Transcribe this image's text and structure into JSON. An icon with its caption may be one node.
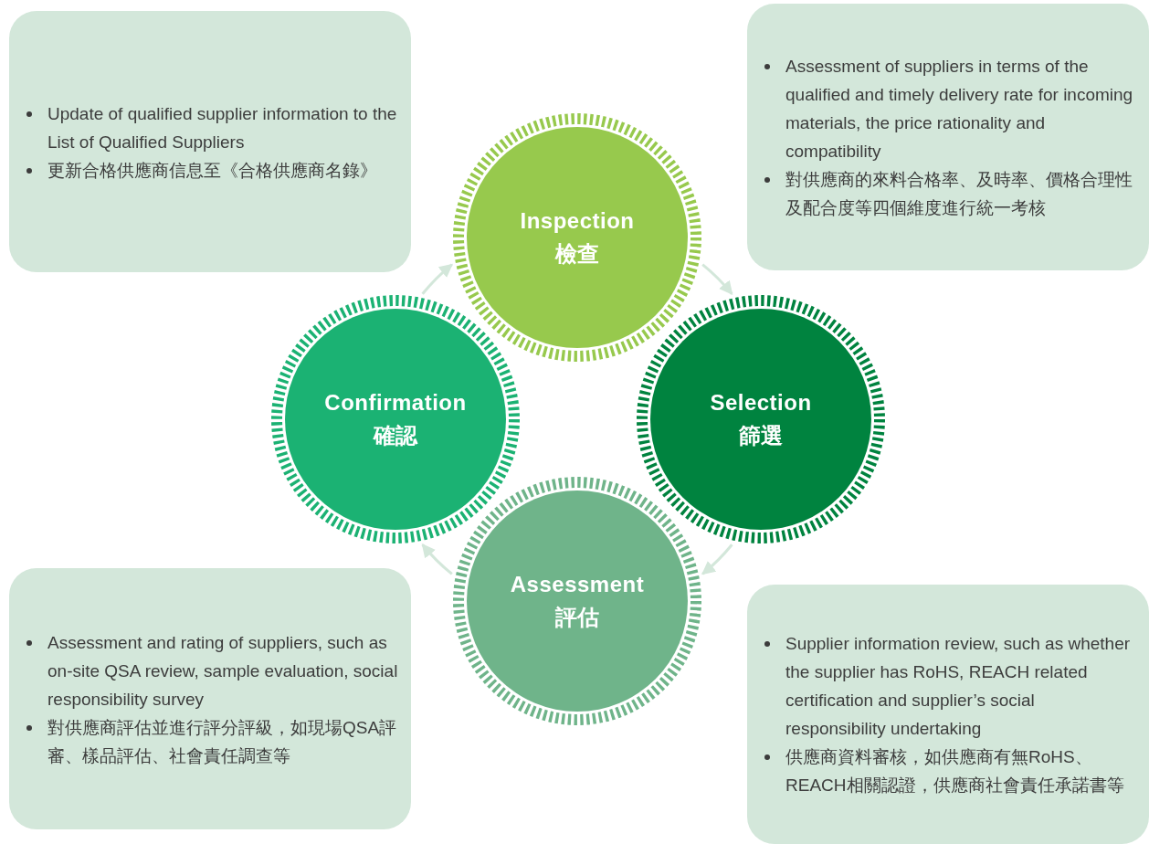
{
  "diagram": {
    "nodes": [
      {
        "text": [
          "Inspection",
          "檢查"
        ]
      },
      {
        "text": [
          "Selection",
          "篩選"
        ]
      },
      {
        "text": [
          "Assessment",
          "評估"
        ]
      },
      {
        "text": [
          "Confirmation",
          "確認"
        ]
      },
      {
        "text": [
          "Update of qualified supplier information to the List of Qualified Suppliers",
          "更新合格供應商信息至《合格供應商名錄》"
        ]
      },
      {
        "text": [
          "Assessment of suppliers in terms of the qualified and timely delivery rate for incoming materials, the price rationality and compatibility",
          "對供應商的來料合格率、及時率、價格合理性及配合度等四個維度進行統一考核"
        ]
      },
      {
        "text": [
          "Assessment and rating of suppliers, such as on-site QSA review, sample evaluation, social responsibility survey",
          "對供應商評估並進行評分評級，如現場QSA評審、樣品評估、社會責任調查等"
        ]
      },
      {
        "text": [
          "Supplier information review, such as whether the supplier has RoHS, REACH related certification and supplier’s social responsibility undertaking",
          "供應商資料審核，如供應商有無RoHS、REACH相關認證，供應商社會責任承諾書等"
        ]
      }
    ],
    "edges": [
      {
        "from": 3,
        "to": 0,
        "arrow": "to"
      },
      {
        "from": 0,
        "to": 1,
        "arrow": "to"
      },
      {
        "from": 1,
        "to": 2,
        "arrow": "to"
      },
      {
        "from": 2,
        "to": 3,
        "arrow": "to"
      }
    ]
  }
}
